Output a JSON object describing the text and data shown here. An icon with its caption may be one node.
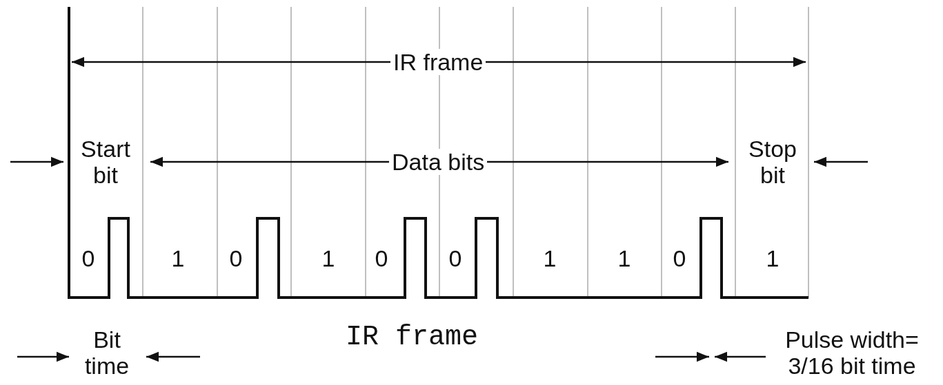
{
  "diagram": {
    "caption": "IR frame",
    "labels": [
      "IR frame",
      "Start bit",
      "Data bits",
      "Stop bit",
      "0",
      "1",
      "0",
      "1",
      "0",
      "0",
      "1",
      "1",
      "0",
      "1",
      "Bit time",
      "Pulse width= 3/16 bit time"
    ]
  }
}
